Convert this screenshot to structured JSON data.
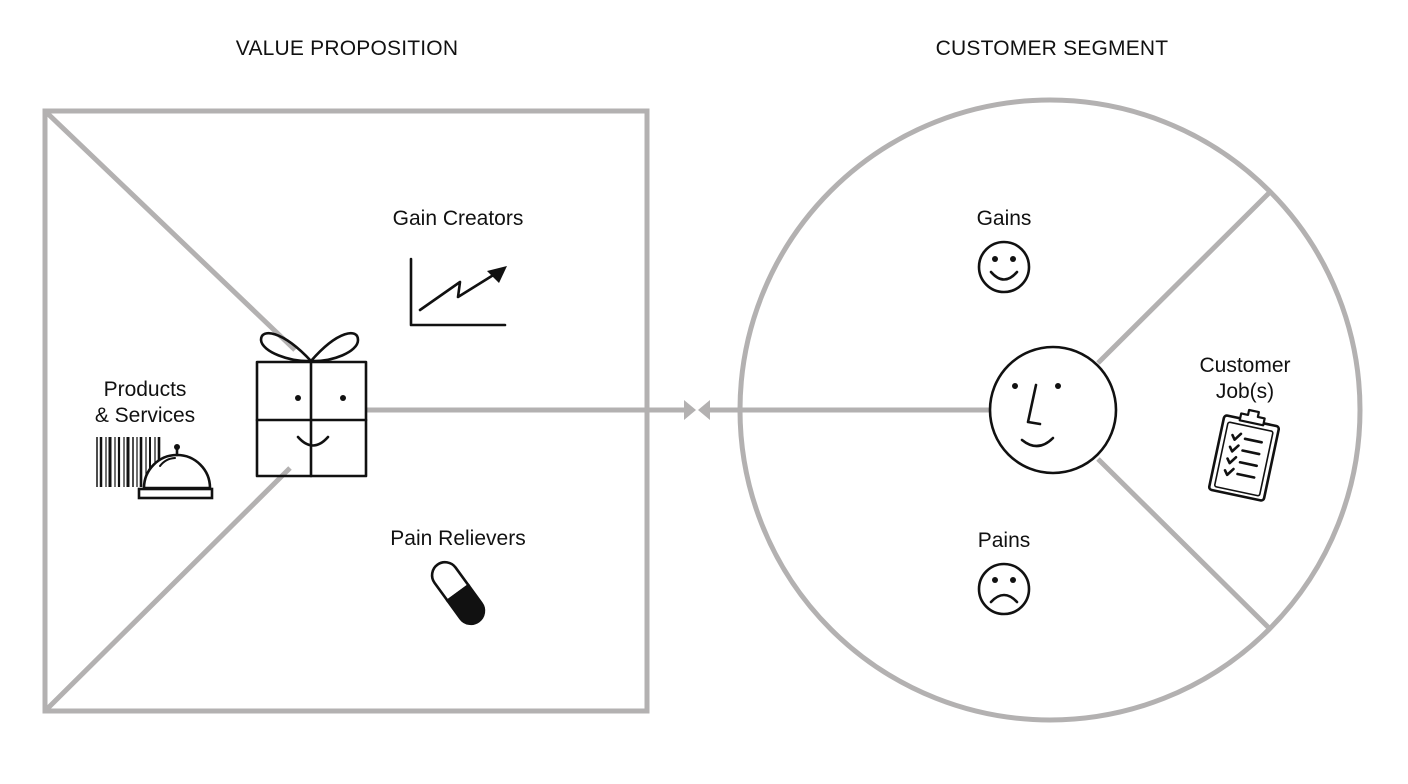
{
  "headings": {
    "value_proposition": "VALUE PROPOSITION",
    "customer_segment": "CUSTOMER SEGMENT"
  },
  "value_proposition": {
    "gain_creators": "Gain Creators",
    "pain_relievers": "Pain Relievers",
    "products_services_line1": "Products",
    "products_services_line2": "& Services"
  },
  "customer_segment": {
    "gains": "Gains",
    "pains": "Pains",
    "customer_jobs_line1": "Customer",
    "customer_jobs_line2": "Job(s)"
  },
  "icons": {
    "gift": "gift-face-icon",
    "chart": "rising-chart-icon",
    "pill": "pill-icon",
    "barcode": "barcode-icon",
    "bell": "service-bell-icon",
    "smiley": "smiley-icon",
    "frowny": "frowny-icon",
    "face": "customer-face-icon",
    "clipboard": "clipboard-checklist-icon"
  },
  "colors": {
    "frame": "#b3b1b1",
    "ink": "#111111",
    "background": "#ffffff"
  }
}
